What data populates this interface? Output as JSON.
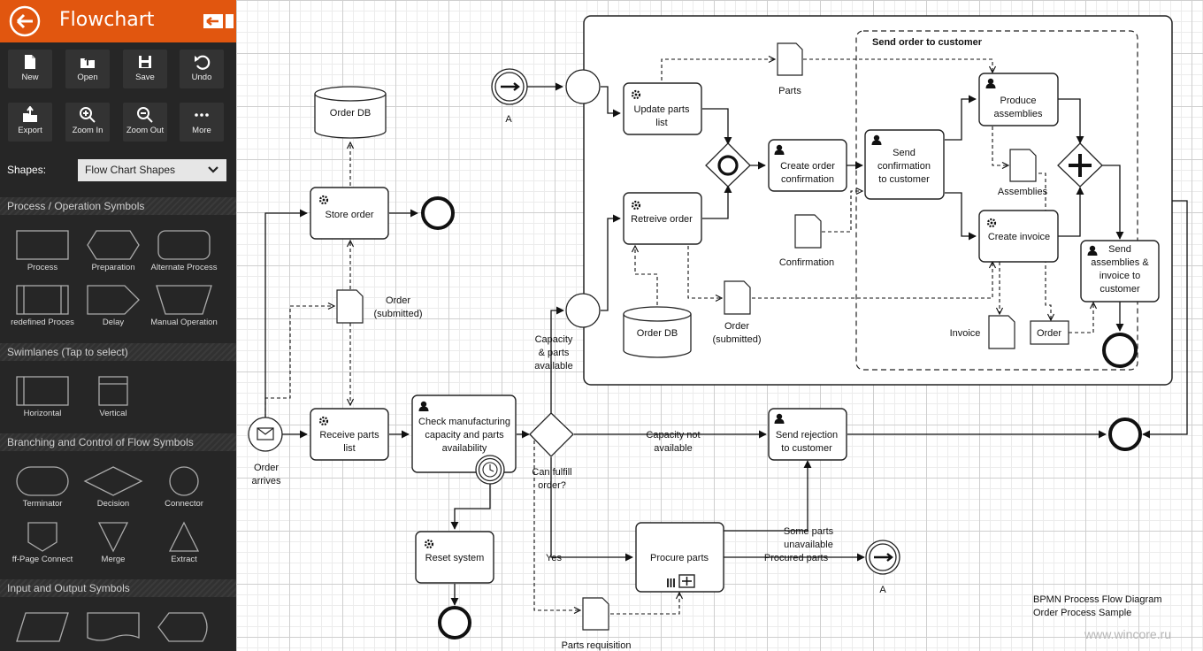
{
  "app": {
    "title": "Flowchart"
  },
  "toolbar": {
    "new": "New",
    "open": "Open",
    "save": "Save",
    "undo": "Undo",
    "export": "Export",
    "zoom_in": "Zoom In",
    "zoom_out": "Zoom Out",
    "more": "More"
  },
  "shapes_label": "Shapes:",
  "shapes_select": "Flow Chart Shapes",
  "sections": {
    "process": "Process / Operation Symbols",
    "swimlanes": "Swimlanes (Tap to select)",
    "branching": "Branching and Control of Flow Symbols",
    "io": "Input and Output Symbols"
  },
  "shape_items": {
    "process": "Process",
    "preparation": "Preparation",
    "alternate_process": "Alternate Process",
    "predefined_process": "redefined Proces",
    "delay": "Delay",
    "manual_operation": "Manual Operation",
    "horizontal": "Horizontal",
    "vertical": "Vertical",
    "terminator": "Terminator",
    "decision": "Decision",
    "connector": "Connector",
    "off_page_connector": "ff-Page Connect",
    "merge": "Merge",
    "extract": "Extract"
  },
  "diagram": {
    "pool_title": "Send order to customer",
    "order_db_top": "Order DB",
    "store_order": "Store order",
    "order_submitted_1": "Order",
    "order_submitted_2": "(submitted)",
    "receive_parts_1": "Receive parts",
    "receive_parts_2": "list",
    "order_arrives_1": "Order",
    "order_arrives_2": "arrives",
    "check_1": "Check manufacturing",
    "check_2": "capacity and parts",
    "check_3": "availability",
    "reset_system": "Reset system",
    "can_fulfill_1": "Can fulfill",
    "can_fulfill_2": "order?",
    "capacity_available_1": "Capacity",
    "capacity_available_2": "& parts",
    "capacity_available_3": "available",
    "capacity_not_1": "Capacity not",
    "capacity_not_2": "available",
    "yes": "Yes",
    "procure_parts": "Procure parts",
    "some_parts_1": "Some parts",
    "some_parts_2": "unavailable",
    "procured_parts": "Procured parts",
    "a_bottom": "A",
    "parts_requisition": "Parts requisition",
    "send_rejection_1": "Send rejection",
    "send_rejection_2": "to customer",
    "a_top": "A",
    "update_parts_1": "Update parts",
    "update_parts_2": "list",
    "parts": "Parts",
    "retreive_order": "Retreive order",
    "order_db_inner": "Order DB",
    "order_submitted_b1": "Order",
    "order_submitted_b2": "(submitted)",
    "create_confirmation_1": "Create order",
    "create_confirmation_2": "confirmation",
    "confirmation": "Confirmation",
    "send_confirmation_1": "Send",
    "send_confirmation_2": "confirmation",
    "send_confirmation_3": "to customer",
    "produce_1": "Produce",
    "produce_2": "assemblies",
    "assemblies": "Assemblies",
    "create_invoice": "Create invoice",
    "invoice": "Invoice",
    "order": "Order",
    "send_assemblies_1": "Send",
    "send_assemblies_2": "assemblies &",
    "send_assemblies_3": "invoice to",
    "send_assemblies_4": "customer",
    "caption_1": "BPMN Process Flow Diagram",
    "caption_2": "Order Process Sample",
    "watermark": "www.wincore.ru"
  }
}
